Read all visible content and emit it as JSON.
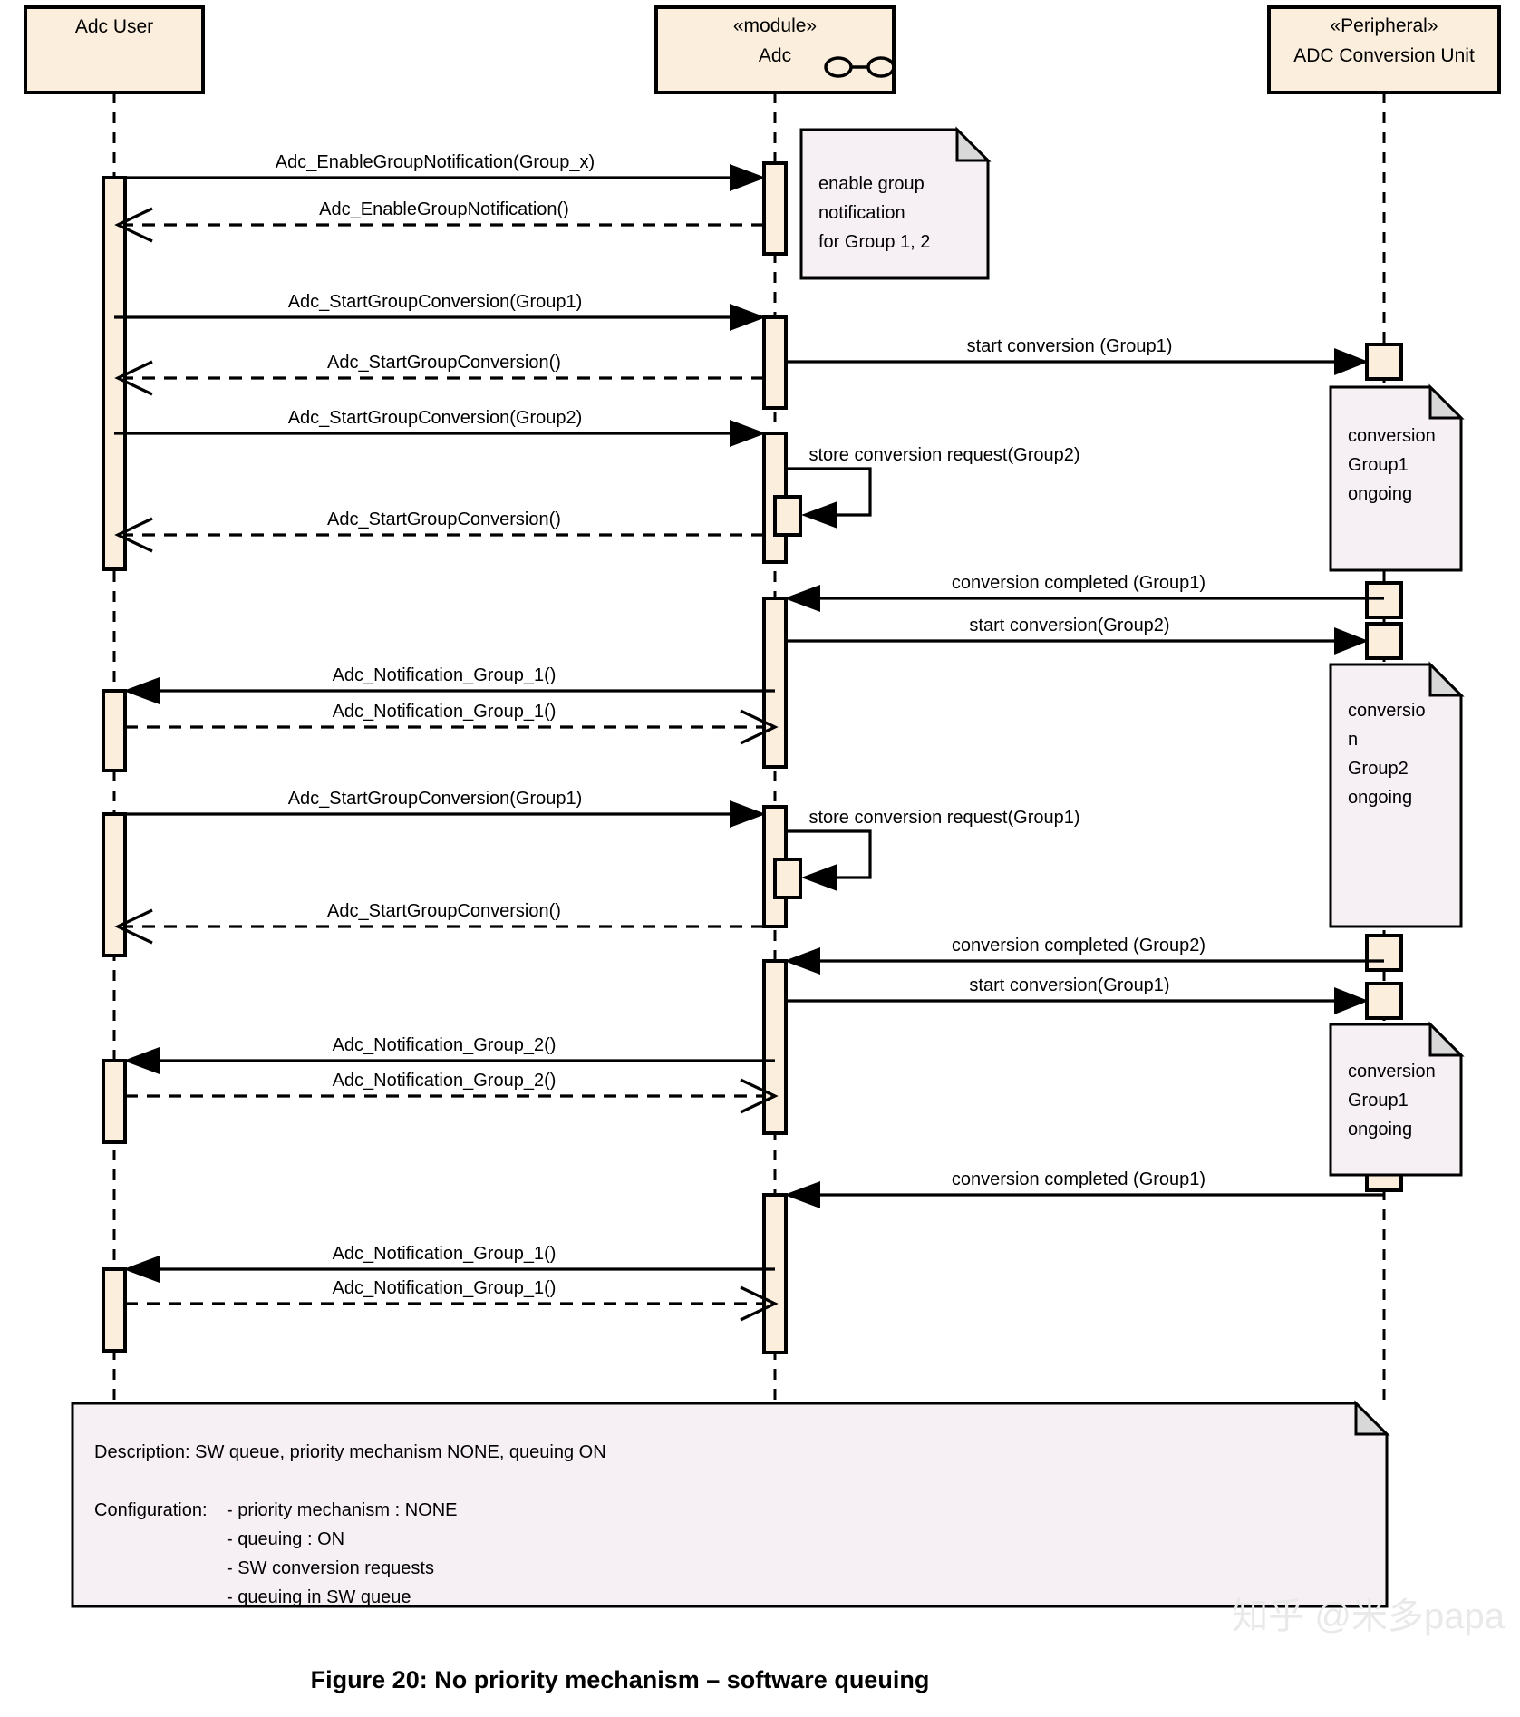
{
  "figure": {
    "caption": "Figure 20: No priority mechanism – software queuing",
    "watermark": "知乎 @米多papa"
  },
  "lifelines": [
    {
      "id": "user",
      "stereotype": "",
      "name": "Adc User",
      "icon": ""
    },
    {
      "id": "adc",
      "stereotype": "«module»",
      "name": "Adc",
      "icon": "provided-interface-icon"
    },
    {
      "id": "peripheral",
      "stereotype": "«Peripheral»",
      "name": "ADC Conversion Unit",
      "icon": ""
    }
  ],
  "messages": [
    {
      "id": "m1",
      "label": "Adc_EnableGroupNotification(Group_x)",
      "from": "user",
      "to": "adc",
      "kind": "call"
    },
    {
      "id": "m2",
      "label": "Adc_EnableGroupNotification()",
      "from": "adc",
      "to": "user",
      "kind": "return"
    },
    {
      "id": "m3",
      "label": "Adc_StartGroupConversion(Group1)",
      "from": "user",
      "to": "adc",
      "kind": "call"
    },
    {
      "id": "m4",
      "label": "start conversion (Group1)",
      "from": "adc",
      "to": "peripheral",
      "kind": "call"
    },
    {
      "id": "m5",
      "label": "Adc_StartGroupConversion()",
      "from": "adc",
      "to": "user",
      "kind": "return"
    },
    {
      "id": "m6",
      "label": "Adc_StartGroupConversion(Group2)",
      "from": "user",
      "to": "adc",
      "kind": "call"
    },
    {
      "id": "m7",
      "label": "store conversion request(Group2)",
      "from": "adc",
      "to": "adc",
      "kind": "self"
    },
    {
      "id": "m8",
      "label": "Adc_StartGroupConversion()",
      "from": "adc",
      "to": "user",
      "kind": "return"
    },
    {
      "id": "m9",
      "label": "conversion completed (Group1)",
      "from": "peripheral",
      "to": "adc",
      "kind": "call"
    },
    {
      "id": "m10",
      "label": "start conversion(Group2)",
      "from": "adc",
      "to": "peripheral",
      "kind": "call"
    },
    {
      "id": "m11",
      "label": "Adc_Notification_Group_1()",
      "from": "adc",
      "to": "user",
      "kind": "call"
    },
    {
      "id": "m12",
      "label": "Adc_Notification_Group_1()",
      "from": "user",
      "to": "adc",
      "kind": "return"
    },
    {
      "id": "m13",
      "label": "Adc_StartGroupConversion(Group1)",
      "from": "user",
      "to": "adc",
      "kind": "call"
    },
    {
      "id": "m14",
      "label": "store conversion request(Group1)",
      "from": "adc",
      "to": "adc",
      "kind": "self"
    },
    {
      "id": "m15",
      "label": "Adc_StartGroupConversion()",
      "from": "adc",
      "to": "user",
      "kind": "return"
    },
    {
      "id": "m16",
      "label": "conversion completed (Group2)",
      "from": "peripheral",
      "to": "adc",
      "kind": "call"
    },
    {
      "id": "m17",
      "label": "start conversion(Group1)",
      "from": "adc",
      "to": "peripheral",
      "kind": "call"
    },
    {
      "id": "m18",
      "label": "Adc_Notification_Group_2()",
      "from": "adc",
      "to": "user",
      "kind": "call"
    },
    {
      "id": "m19",
      "label": "Adc_Notification_Group_2()",
      "from": "user",
      "to": "adc",
      "kind": "return"
    },
    {
      "id": "m20",
      "label": "conversion completed (Group1)",
      "from": "peripheral",
      "to": "adc",
      "kind": "call"
    },
    {
      "id": "m21",
      "label": "Adc_Notification_Group_1()",
      "from": "adc",
      "to": "user",
      "kind": "call"
    },
    {
      "id": "m22",
      "label": "Adc_Notification_Group_1()",
      "from": "user",
      "to": "adc",
      "kind": "return"
    }
  ],
  "notes": [
    {
      "id": "n1",
      "lines": [
        "enable group",
        "notification",
        "for Group 1, 2"
      ]
    },
    {
      "id": "n2",
      "lines": [
        "conversion",
        "Group1",
        "ongoing"
      ]
    },
    {
      "id": "n3",
      "lines": [
        "conversio",
        "n",
        "Group2",
        "ongoing"
      ]
    },
    {
      "id": "n4",
      "lines": [
        "conversion",
        "Group1",
        "ongoing"
      ]
    }
  ],
  "description_note": {
    "description_line": "Description: SW queue, priority mechanism NONE, queuing ON",
    "configuration_label": "Configuration:",
    "configuration_items": [
      "- priority mechanism : NONE",
      "- queuing : ON",
      "- SW conversion requests",
      "- queuing in SW queue"
    ]
  },
  "colors": {
    "lifeline_fill": "#fbeedd",
    "note_fill": "#f6f0f5",
    "note_fold": "#d8d8d8",
    "stroke": "#000000",
    "watermark": "#e9e9e9"
  }
}
